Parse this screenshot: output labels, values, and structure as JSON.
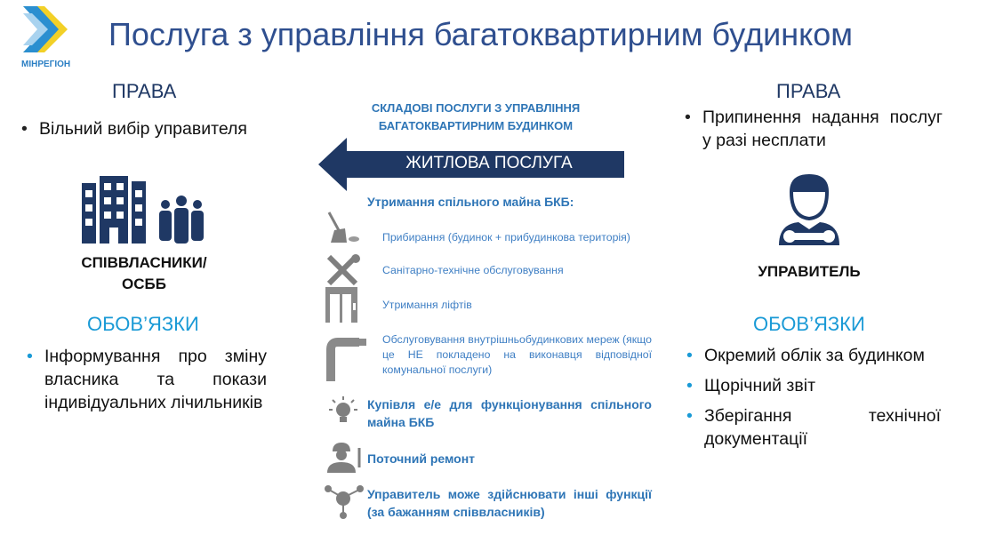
{
  "logo": {
    "text": "МІНРЕГІОН"
  },
  "title": "Послуга з управління багатоквартирним будинком",
  "left": {
    "rights_heading": "ПРАВА",
    "rights": [
      "Вільний вибір управителя"
    ],
    "role": [
      "СПІВВЛАСНИКИ/",
      "ОСББ"
    ],
    "duties_heading": "ОБОВ’ЯЗКИ",
    "duties": [
      "Інформування про зміну власника та покази індивідуальних лічильників"
    ]
  },
  "center": {
    "heading": [
      "СКЛАДОВІ ПОСЛУГИ З УПРАВЛІННЯ",
      "БАГАТОКВАРТИРНИМ БУДИНКОМ"
    ],
    "arrow_label": "ЖИТЛОВА ПОСЛУГА",
    "subheading": "Утримання спільного майна БКБ:",
    "items": [
      {
        "icon": "broom-icon",
        "text": "Прибирання (будинок + прибудинкова територія)"
      },
      {
        "icon": "tools-icon",
        "text": "Санітарно-технічне обслуговування"
      },
      {
        "icon": "elevator-icon",
        "text": "Утримання ліфтів"
      },
      {
        "icon": "pipe-icon",
        "text": "Обслуговування внутрішньобудинкових мереж (якщо це НЕ покладено на виконавця відповідної комунальної послуги)"
      }
    ],
    "main_items": [
      {
        "icon": "lightbulb-icon",
        "text": "Купівля е/е для функціонування спільного майна БКБ"
      },
      {
        "icon": "worker-icon",
        "text": "Поточний ремонт"
      },
      {
        "icon": "network-icon",
        "text": "Управитель може здійснювати інші функції (за бажанням співвласників)"
      }
    ]
  },
  "right": {
    "rights_heading": "ПРАВА",
    "rights": [
      "Припинення надання послуг у разі несплати"
    ],
    "role": "УПРАВИТЕЛЬ",
    "duties_heading": "ОБОВ’ЯЗКИ",
    "duties": [
      "Окремий облік за будинком",
      "Щорічний звіт",
      "Зберігання технічної документації"
    ]
  },
  "colors": {
    "navy": "#1f3864",
    "cyan": "#1a9ad6",
    "blue": "#2e75b6",
    "icon_gray": "#7f7f7f"
  }
}
